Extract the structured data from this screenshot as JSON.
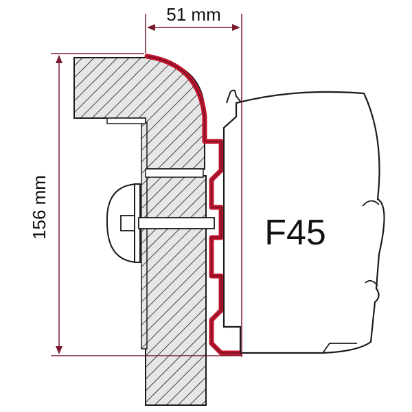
{
  "dimensions": {
    "width_label": "51 mm",
    "height_label": "156 mm"
  },
  "product": {
    "label": "F45"
  },
  "colors": {
    "adapter": "#c0132e",
    "dimension_lines": "#7a1a2e",
    "outline": "#1a1a1a",
    "hatch_fill": "#e6e6e6",
    "awning_fill": "#ffffff"
  },
  "icons": [
    "bolt-icon",
    "hatch-pattern"
  ]
}
